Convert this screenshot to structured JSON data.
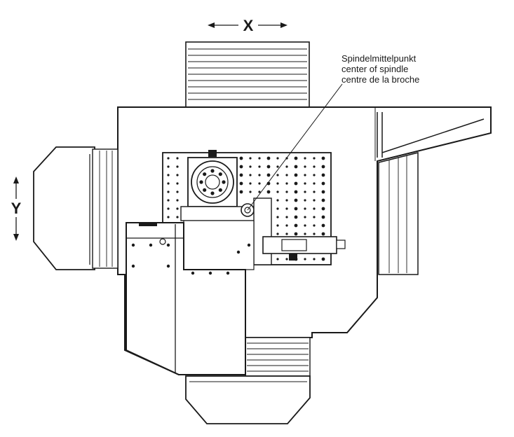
{
  "axes": {
    "x_label": "X",
    "y_label": "Y"
  },
  "callout": {
    "line_de": "Spindelmittelpunkt",
    "line_en": "center of spindle",
    "line_fr": "centre de la broche"
  },
  "colors": {
    "ink": "#1a1a1a",
    "paper": "#ffffff"
  }
}
